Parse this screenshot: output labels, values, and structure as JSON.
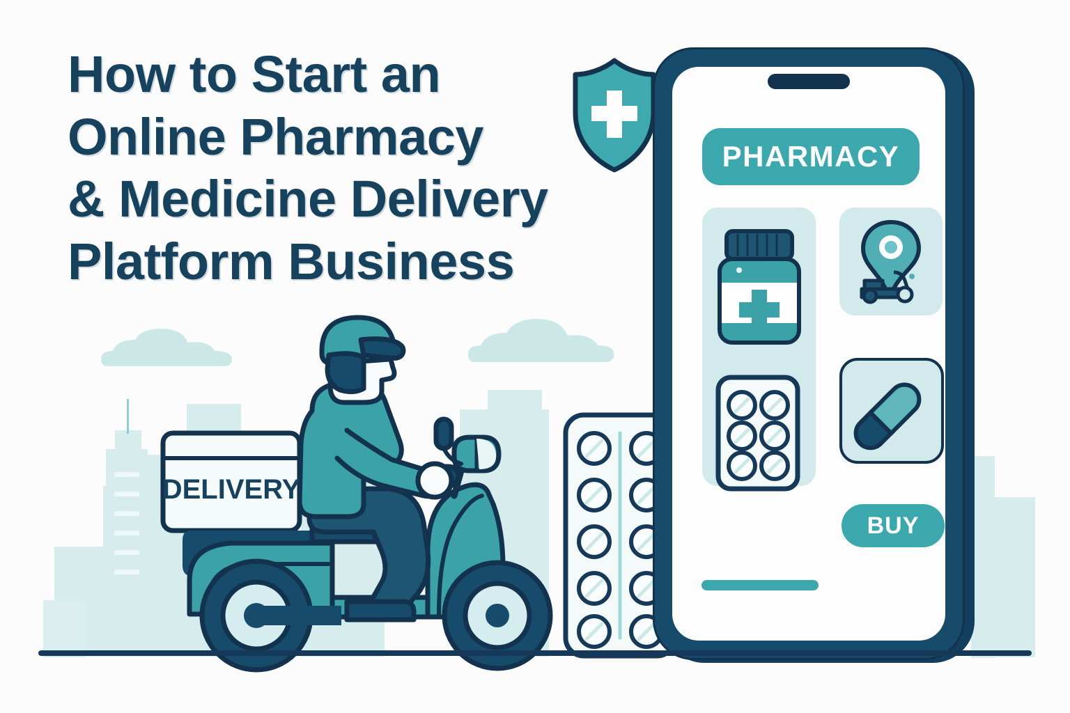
{
  "hero": {
    "title_lines": [
      "How to Start an",
      "Online Pharmacy",
      "& Medicine Delivery",
      "Platform Business"
    ],
    "title_color": "#17425E",
    "background_color": "#FBFCFB"
  },
  "badges": {
    "shield_icon": "shield-with-medical-cross",
    "shield_fill": "#3EA9AE",
    "shield_cross_color": "#FFFFFF"
  },
  "phone": {
    "frame_color": "#174B6B",
    "frame_outline": "#12324D",
    "screen_color": "#FCFDFC",
    "notch": "speaker-notch",
    "banner": {
      "label": "PHARMACY",
      "background": "#3BA8AD",
      "text_color": "#FFFFFF"
    },
    "tiles": [
      {
        "name": "medicine-bottle",
        "icon": "pill-bottle-with-cross",
        "background": "#D3EAEC"
      },
      {
        "name": "delivery-location",
        "icon": "map-pin-scooter",
        "background": "#D3EAEC"
      },
      {
        "name": "tablet-strip",
        "icon": "blister-pack-6",
        "background": "#D3EAEC"
      },
      {
        "name": "capsule",
        "icon": "capsule-pill",
        "background": "#D3EAEC"
      }
    ],
    "buy_button": {
      "label": "BUY",
      "background": "#3BA8AD",
      "text_color": "#FFFFFF"
    },
    "home_indicator_color": "#3BA8AD"
  },
  "illustration": {
    "delivery_box_label": "DELIVERY",
    "delivery_box_text_color": "#17425E",
    "scooter_body_color": "#3BA2A8",
    "scooter_dark_color": "#174B6B",
    "rider_shirt_color": "#3BA2A8",
    "rider_helmet_color": "#3BA2A8",
    "rider_pants_color": "#1E5573",
    "outline_color": "#12324D",
    "ground_line_color": "#16395A"
  },
  "scenery": {
    "building_color": "#D6ECED",
    "cloud_color": "#CCE8E6",
    "clouds": 2,
    "buildings": 6
  },
  "blister_pack": {
    "name": "large-blister-pack",
    "rows": 5,
    "columns": 2,
    "pill_count": 10,
    "shell_color": "#F4F9F9",
    "outline_color": "#16395A"
  }
}
